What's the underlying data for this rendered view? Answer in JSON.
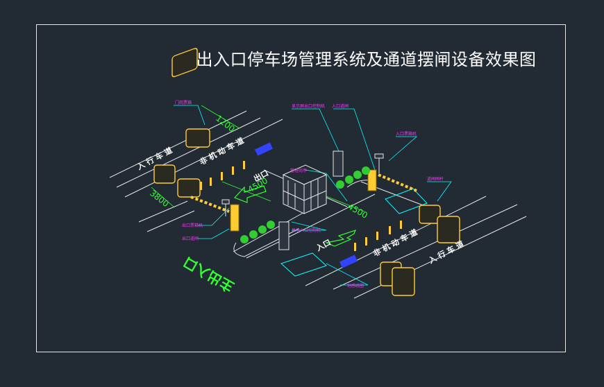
{
  "title": "主出入口停车场管理系统及通道摆闸设备效果图",
  "labels": {
    "exit_pedestal": "门岗票箱",
    "exit_display": "显示屏出口控制机",
    "entry_pedestal": "入口道闸",
    "entry_machine": "入口票箱机",
    "barrier_arm": "道闸闸杆",
    "entry_reader": "出口票箱机",
    "exit_gate": "出口道闸",
    "exit_ctrl": "显示入口控制机",
    "guard_booth": "管理岗亭",
    "loop_detect": "地感线圈"
  },
  "road_text": {
    "left_in": "入 行 车 道",
    "left_mid": "非 机 动 车 道",
    "right_in": "入 行 车 道",
    "right_mid": "非 机 动 车 道",
    "exit_word": "出口",
    "entry_word": "入口",
    "main_entry": "主出入口"
  },
  "dims": {
    "d1": "1200",
    "d2": "3800",
    "d3": "4500",
    "d4": "4500"
  },
  "colors": {
    "lines": "#ffffff",
    "leader": "#00ffff",
    "label": "#ff33ff",
    "dim": "#33ff33",
    "gate": "#ffcc33"
  }
}
